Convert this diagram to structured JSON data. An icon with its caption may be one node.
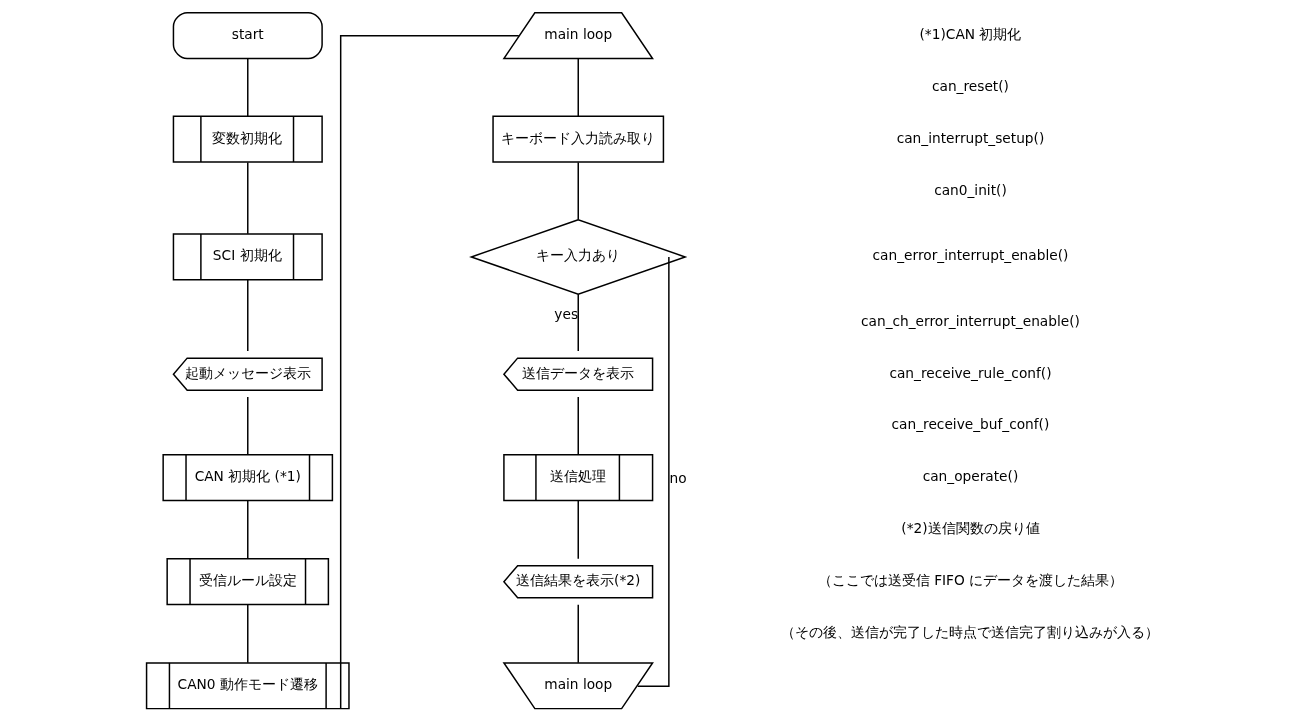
{
  "diagram": {
    "nodes": [
      {
        "text": [
          "start"
        ]
      },
      {
        "text": [
          "変数初期化"
        ]
      },
      {
        "text": [
          "SCI 初期化"
        ]
      },
      {
        "text": [
          "起動メッセージ表示"
        ]
      },
      {
        "text": [
          "CAN 初期化 (*1)"
        ]
      },
      {
        "text": [
          "受信ルール設定"
        ]
      },
      {
        "text": [
          "CAN0 動作モード遷移"
        ]
      },
      {
        "text": [
          "main loop"
        ]
      },
      {
        "text": [
          "キーボード入力読み取り"
        ]
      },
      {
        "text": [
          "キー入力あり"
        ]
      },
      {
        "text": [
          "送信データを表示"
        ]
      },
      {
        "text": [
          "送信処理"
        ]
      },
      {
        "text": [
          "送信結果を表示(*2)"
        ]
      },
      {
        "text": [
          "main loop"
        ]
      }
    ],
    "edges": [
      {
        "from": 0,
        "to": 1,
        "arrow": "none"
      },
      {
        "from": 1,
        "to": 2,
        "arrow": "none"
      },
      {
        "from": 2,
        "to": 3,
        "arrow": "none"
      },
      {
        "from": 3,
        "to": 4,
        "arrow": "none"
      },
      {
        "from": 4,
        "to": 5,
        "arrow": "none"
      },
      {
        "from": 5,
        "to": 6,
        "arrow": "none"
      },
      {
        "from": 6,
        "to": 7,
        "arrow": "none"
      },
      {
        "from": 7,
        "to": 8,
        "arrow": "none"
      },
      {
        "from": 8,
        "to": 9,
        "arrow": "none"
      },
      {
        "from": 9,
        "to": 10,
        "arrow": "none",
        "label": "yes"
      },
      {
        "from": 10,
        "to": 11,
        "arrow": "none"
      },
      {
        "from": 11,
        "to": 12,
        "arrow": "none"
      },
      {
        "from": 12,
        "to": 13,
        "arrow": "none"
      },
      {
        "from": 9,
        "to": 13,
        "arrow": "none",
        "label": "no"
      }
    ],
    "labels": [
      "(*1)CAN 初期化",
      "can_reset()",
      "can_interrupt_setup()",
      "can0_init()",
      "can_error_interrupt_enable()",
      "can_ch_error_interrupt_enable()",
      "can_receive_rule_conf()",
      "can_receive_buf_conf()",
      "can_operate()",
      "(*2)送信関数の戻り値",
      "（ここでは送受信 FIFO にデータを渡した結果）",
      "（その後、送信が完了した時点で送信完了割り込みが入る）"
    ]
  }
}
